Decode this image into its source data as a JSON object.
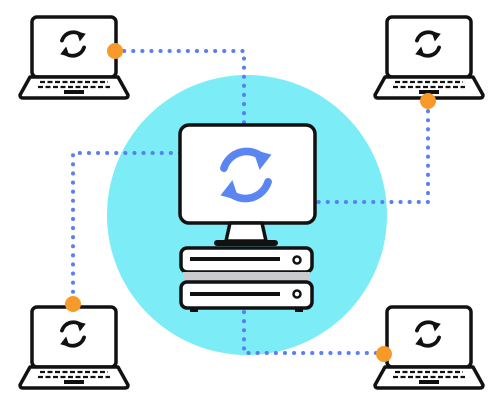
{
  "colors": {
    "background": "#ffffff",
    "hub_circle": "#7cecf7",
    "link_dots": "#5b7ff0",
    "connector": "#f79a2a",
    "outline": "#111111",
    "sync_arrows_central": "#5b86f2",
    "sync_arrows_laptop": "#111111",
    "screen_fill": "#ffffff",
    "server_fill": "#ffffff"
  },
  "icons": {
    "central": "refresh-sync-icon",
    "laptop": "refresh-sync-icon",
    "connector": "orange-dot"
  },
  "nodes": [
    {
      "name": "laptop-top-left",
      "type": "laptop",
      "status_icon": "refresh-sync-icon"
    },
    {
      "name": "laptop-top-right",
      "type": "laptop",
      "status_icon": "refresh-sync-icon"
    },
    {
      "name": "laptop-bottom-left",
      "type": "laptop",
      "status_icon": "refresh-sync-icon"
    },
    {
      "name": "laptop-bottom-right",
      "type": "laptop",
      "status_icon": "refresh-sync-icon"
    },
    {
      "name": "central-computer",
      "type": "desktop-with-servers",
      "status_icon": "refresh-sync-icon"
    }
  ],
  "links": [
    {
      "from": "central-computer",
      "to": "laptop-top-left",
      "style": "dotted"
    },
    {
      "from": "central-computer",
      "to": "laptop-top-right",
      "style": "dotted"
    },
    {
      "from": "central-computer",
      "to": "laptop-bottom-left",
      "style": "dotted"
    },
    {
      "from": "central-computer",
      "to": "laptop-bottom-right",
      "style": "dotted"
    }
  ]
}
